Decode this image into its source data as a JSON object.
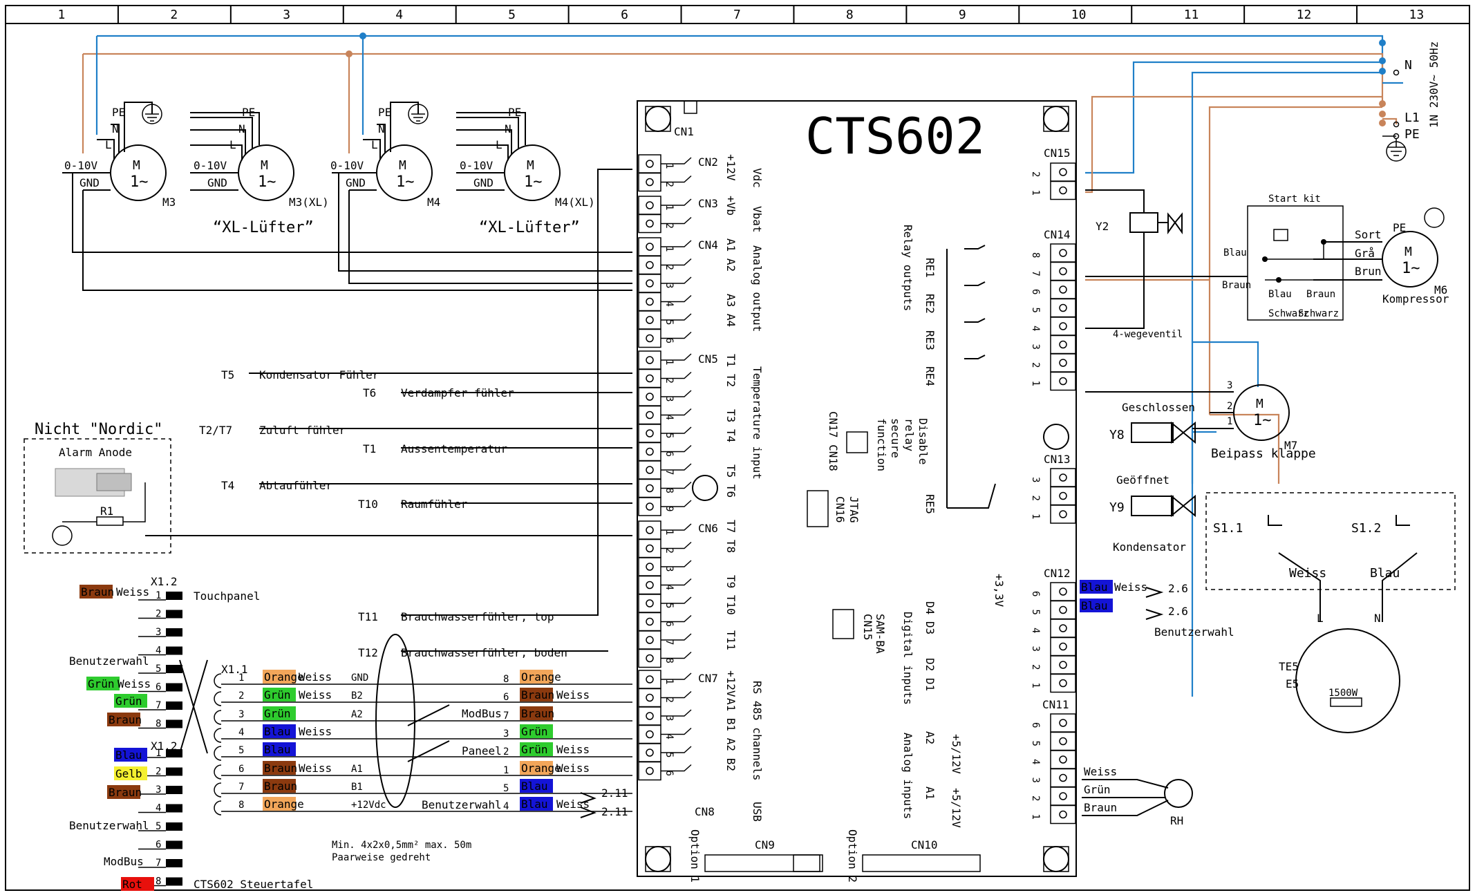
{
  "grid_columns": [
    "1",
    "2",
    "3",
    "4",
    "5",
    "6",
    "7",
    "8",
    "9",
    "10",
    "11",
    "12",
    "13"
  ],
  "board": {
    "title": "CTS602",
    "connectors": [
      "CN1",
      "CN2",
      "CN3",
      "CN4",
      "CN5",
      "CN6",
      "CN7",
      "CN8",
      "CN9",
      "CN10",
      "CN11",
      "CN12",
      "CN13",
      "CN14",
      "CN15",
      "CN16",
      "CN17",
      "CN18"
    ],
    "labels": {
      "vdc": "Vdc",
      "vbat": "Vbat",
      "p12v": "+12V",
      "pvb": "+Vb",
      "a1a2": "A1 A2",
      "a3a4": "A3 A4",
      "analog_output": "Analog output",
      "t1t2": "T1 T2",
      "t3t4": "T3 T4",
      "t5t6": "T5 T6",
      "t7t8": "T7 T8",
      "t9t10": "T9 T10",
      "t11": "T11",
      "temperature_input": "Temperature input",
      "rs485_a": "+12V",
      "rs485_b": "A1 B1 A2 B2",
      "rs485_title": "RS 485 channels",
      "usb": "USB",
      "option1": "Option 1",
      "option2": "Option 2",
      "jtag": "JTAG",
      "sam_ba": "SAM-BA",
      "disable_relay": "Disable",
      "disable_relay2": "relay",
      "disable_relay3": "secure",
      "disable_relay4": "function",
      "cn17_18": "CN17 CN18",
      "cn16": "CN16",
      "cn15b": "CN15",
      "digital_inputs": "Digital inputs",
      "d4d3": "D4 D3",
      "d2d1": "D2 D1",
      "p33v": "+3,3V",
      "analog_inputs": "Analog inputs",
      "a2": "A2",
      "a1": "A1",
      "p512_a": "+5/12V",
      "p512_b": "+5/12V",
      "relay_outputs": "Relay outputs",
      "re1": "RE1",
      "re2": "RE2",
      "re3": "RE3",
      "re4": "RE4",
      "re5": "RE5"
    }
  },
  "power": {
    "n": "N",
    "l1": "L1",
    "pe": "PE",
    "supply": "1N 230V~ 50Hz"
  },
  "fans": {
    "pe": "PE",
    "n": "N",
    "l": "L",
    "v010": "0-10V",
    "gnd": "GND",
    "m": "M",
    "phase": "1~",
    "m3": "M3",
    "m3xl": "M3(XL)",
    "m4": "M4",
    "m4xl": "M4(XL)",
    "xl_label": "“XL-Lüfter”"
  },
  "sensors": {
    "t5": "T5",
    "t5_name": "Kondensator Fühler",
    "t6": "T6",
    "t6_name": "Verdampfer fühler",
    "t2t7": "T2/T7",
    "t2t7_name": "Zuluft fühler",
    "t1": "T1",
    "t1_name": "Aussentemperatur",
    "t4": "T4",
    "t4_name": "Abtaufühler",
    "t10": "T10",
    "t10_name": "Raumfühler",
    "t11": "T11",
    "t11_name": "Brauchwasserfühler, top",
    "t12": "T12",
    "t12_name": "Brauchwasserfühler, boden"
  },
  "alarm": {
    "box_title": "Nicht \"Nordic\"",
    "alarm_anode": "Alarm Anode",
    "r1": "R1"
  },
  "panel": {
    "x12a": "X1.2",
    "x11": "X1.1",
    "x12b": "X1.2",
    "touchpanel": "Touchpanel",
    "benutzerwahl": "Benutzerwahl",
    "benutzerwahl2": "Benutzerwahl",
    "modbus_lbl": "ModBus",
    "steuertafel": "CTS602 Steuertafel",
    "modbus": "ModBus",
    "paneel": "Paneel",
    "benutzerwahl_mid": "Benutzerwahl",
    "cable_note1": "Min. 4x2x0,5mm² max. 50m",
    "cable_note2": "Paarweise gedreht",
    "gnd": "GND",
    "b2": "B2",
    "a2": "A2",
    "a1": "A1",
    "b1": "B1",
    "p12vdc": "+12Vdc",
    "ref211": "2.11",
    "ref211b": "2.11"
  },
  "wire_colors": {
    "braun": "#8b3a0f",
    "gruen": "#2ecc2e",
    "blau": "#1414d6",
    "orange": "#f2a65a",
    "gelb": "#f5f030",
    "rot": "#e8100c"
  },
  "wire_texts": {
    "braun": "Braun",
    "weiss": "Weiss",
    "gruen": "Grün",
    "blau": "Blau",
    "orange": "Orange",
    "gelb": "Gelb",
    "rot": "Rot"
  },
  "right": {
    "y2": "Y2",
    "wegeventil": "4-wegeventil",
    "start_kit": "Start kit",
    "sort": "Sort",
    "gra": "Grå",
    "brun": "Brun",
    "pe": "PE",
    "blau": "Blau",
    "braun": "Braun",
    "blau2": "Blau",
    "braun2": "Braun",
    "schwarz": "Schwarz",
    "schwarz2": "Schwarz",
    "m6": "M6",
    "kompressor": "Kompressor",
    "geschlossen": "Geschlossen",
    "y8": "Y8",
    "m7": "M7",
    "beipass": "Beipass klappe",
    "geoffnet": "Geöffnet",
    "y9": "Y9",
    "kondensator": "Kondensator",
    "s11": "S1.1",
    "s12": "S1.2",
    "weiss": "Weiss",
    "blau3": "Blau",
    "te5": "TE5",
    "e5": "E5",
    "heater": "1500W",
    "l": "L",
    "n": "N",
    "ref26a": "2.6",
    "ref26b": "2.6",
    "benutzerwahl": "Benutzerwahl",
    "weiss2": "Weiss",
    "gruen2": "Grün",
    "braun3": "Braun",
    "rh": "RH"
  }
}
